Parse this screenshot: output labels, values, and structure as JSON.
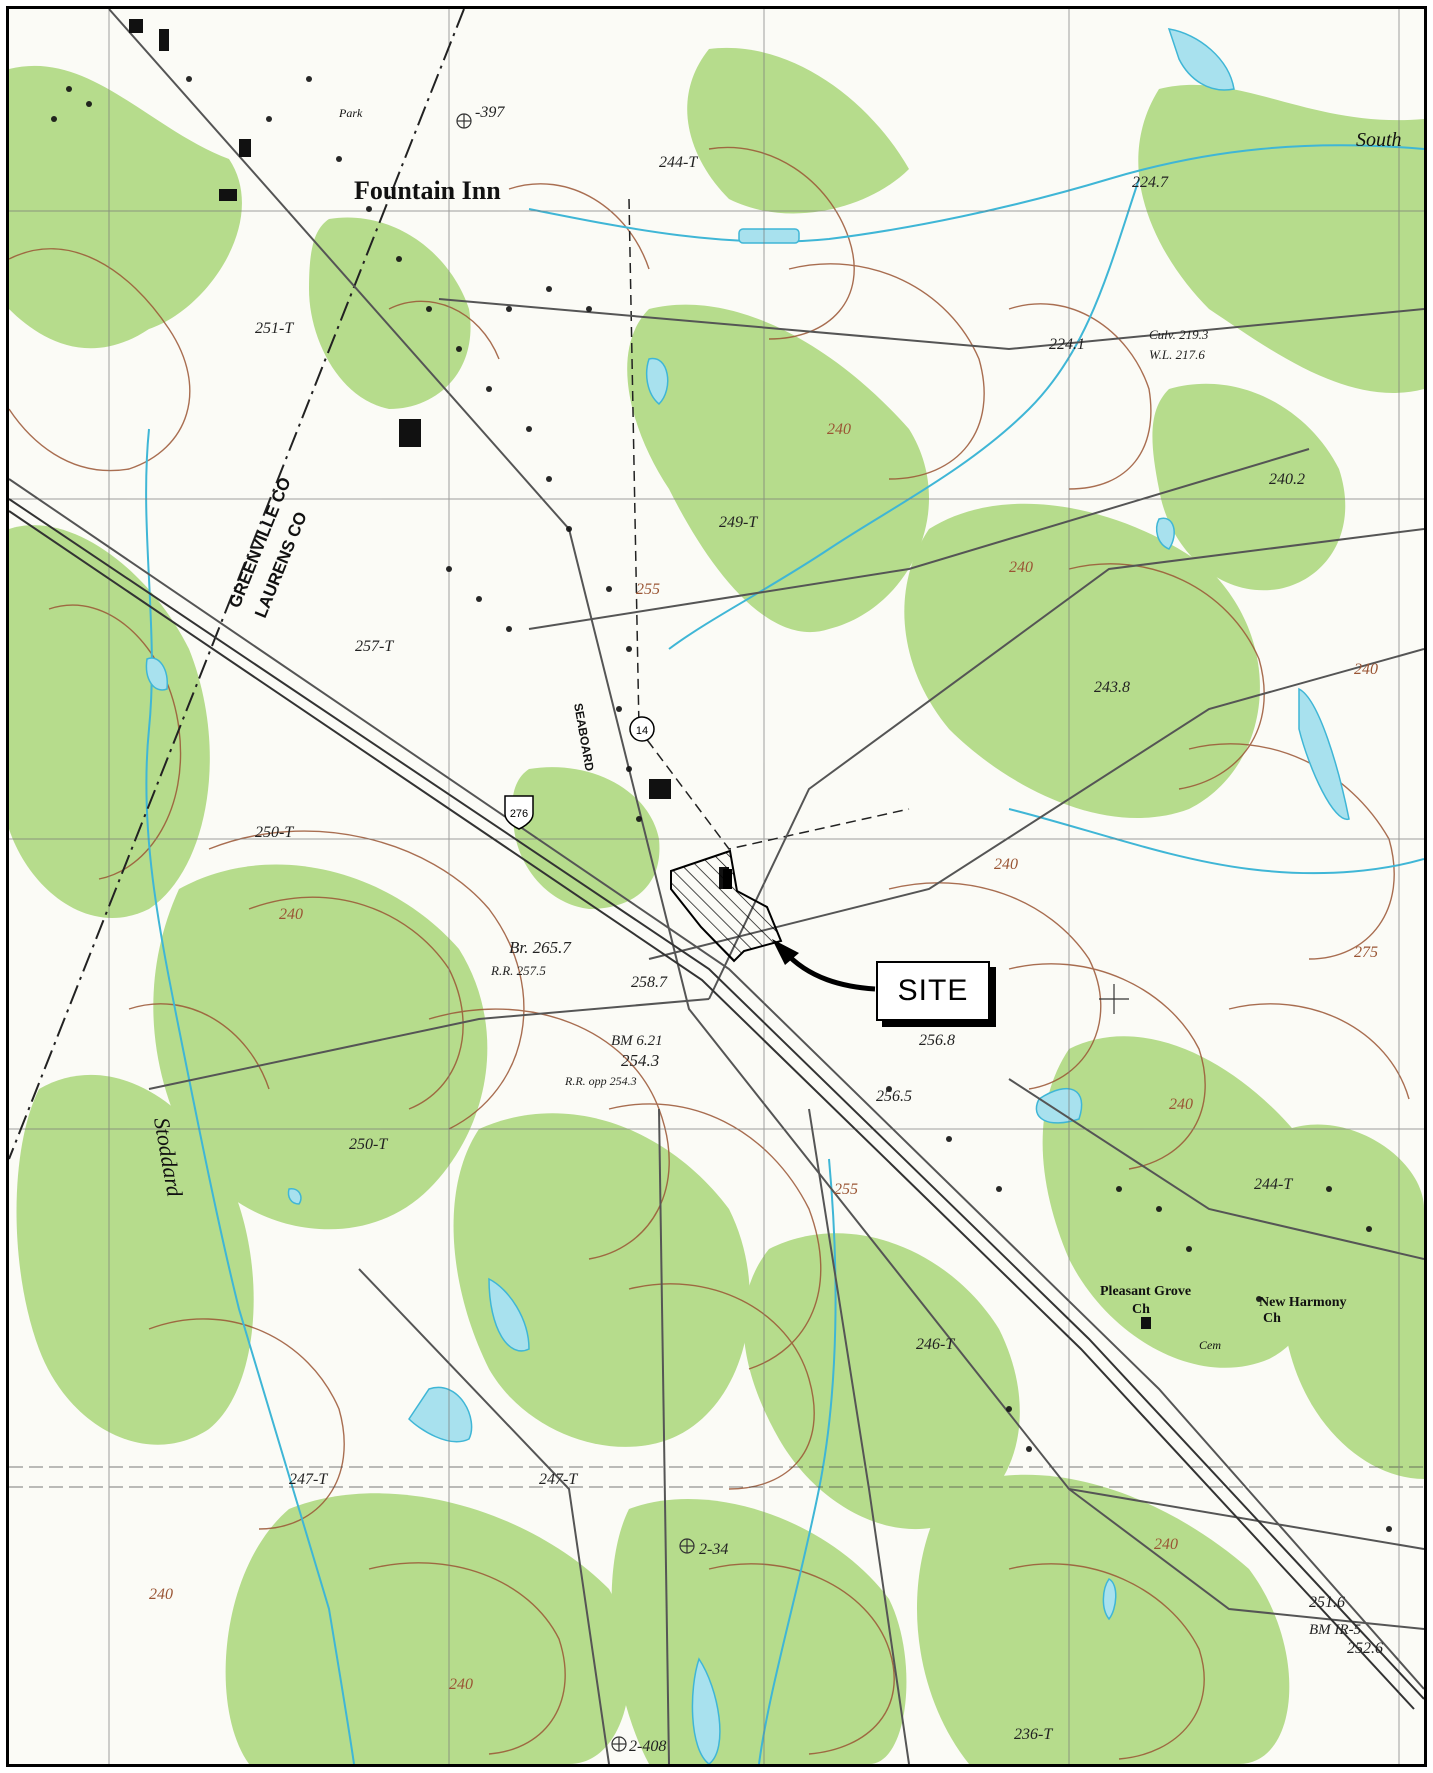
{
  "map": {
    "town": "Fountain Inn",
    "county_line_north": "GREENVILLE CO",
    "county_line_south": "LAURENS CO",
    "railroad": "SEABOARD",
    "route_us": "276",
    "route_sc": "14",
    "stream_south": "South",
    "stream_stoddard": "Stoddard",
    "church_pleasant_grove": "Pleasant Grove",
    "church_new_harmony": "New Harmony",
    "church_abbrev": "Ch",
    "cemetery": "Cem",
    "park": "Park",
    "contour_240": "240",
    "contour_255": "255",
    "contour_275": "275",
    "elevations": {
      "e2247": "224.7",
      "e2441": "244-T",
      "e2241": "224.1",
      "e2402": "240.2",
      "e2491": "249-T",
      "e2511": "251-T",
      "e2571": "257-T",
      "e2438": "243.8",
      "e2501": "250-T",
      "e2502": "250-T",
      "e2568": "256.8",
      "e2565": "256.5",
      "e2442": "244-T",
      "e2461": "246-T",
      "e2471a": "247-T",
      "e2471b": "247-T",
      "e2361": "236-T",
      "e2616": "251.6",
      "e2526": "252.6",
      "e2587": "258.7",
      "e2434": "2-34",
      "e2408": "2-408",
      "e2397": "-397",
      "bridge": "Br. 265.7",
      "rr": "R.R. 257.5",
      "bm": "BM 6.21",
      "bm_val": "254.3",
      "rr_opp": "R.R. opp 254.3",
      "culv": "Culv. 219.3",
      "wl": "W.L. 217.6",
      "bm_ir": "BM IR-5"
    },
    "site_label": "SITE"
  },
  "colors": {
    "woodland": "#b6dc8c",
    "contour": "#9a5534",
    "water": "#3fb6d6",
    "pond": "#a8e1ee",
    "road": "#555555",
    "grid": "#777777"
  }
}
